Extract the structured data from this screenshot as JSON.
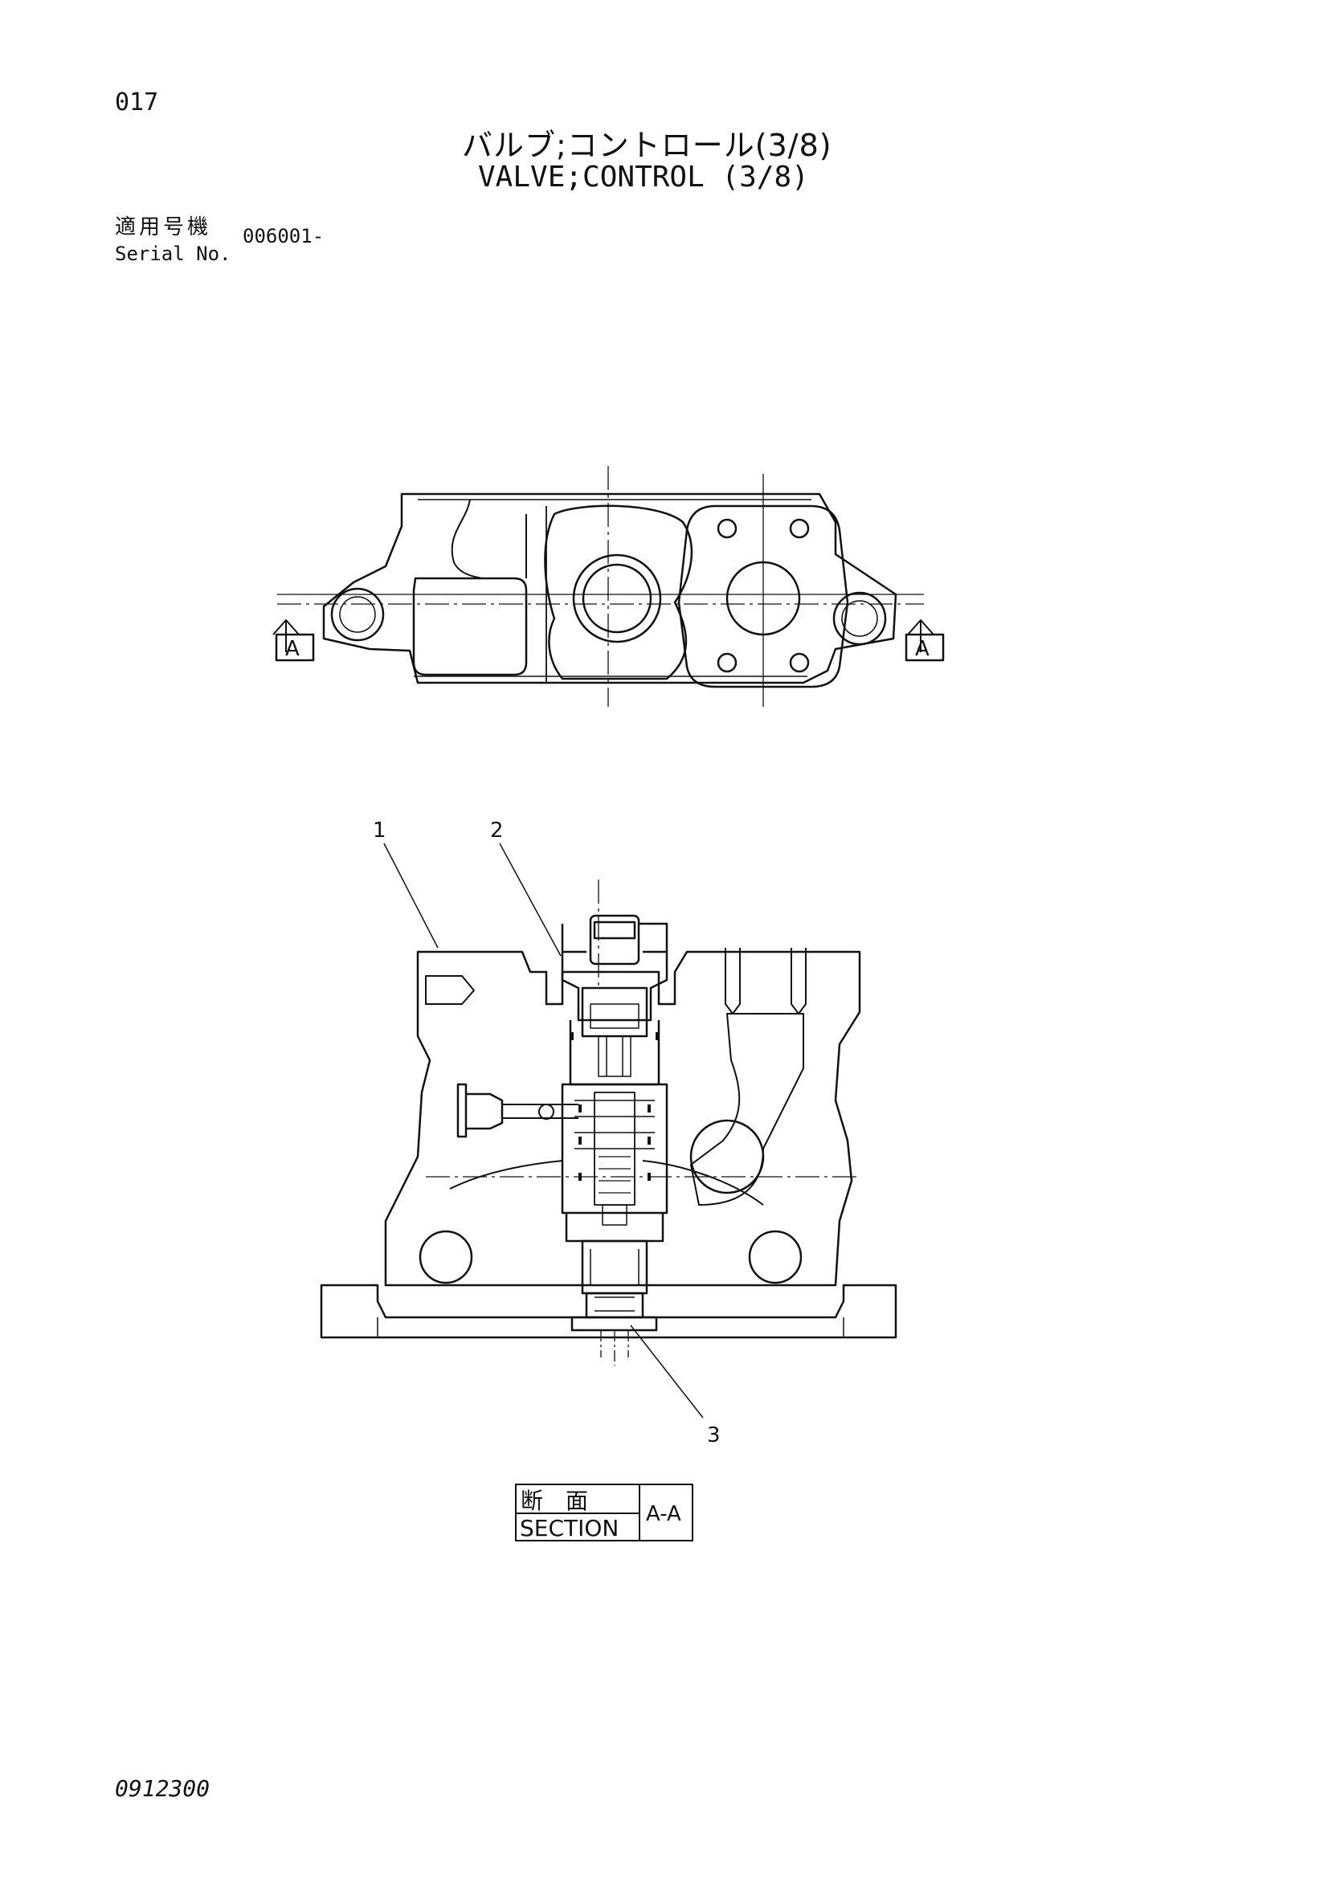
{
  "header": {
    "page_number": "017",
    "title_jp": "バルブ;コントロール(3/8)",
    "title_en": "VALVE;CONTROL (3/8)",
    "serial_label_jp": "適用号機",
    "serial_label_en": "Serial No.",
    "serial_value": "006001-"
  },
  "top_view": {
    "section_arrow_left": "A",
    "section_arrow_right": "A"
  },
  "section_view": {
    "callouts": [
      "1",
      "2",
      "3"
    ],
    "section_label_jp": "断　面",
    "section_label_en": "SECTION",
    "section_id": "A-A"
  },
  "footer": {
    "doc_code": "0912300"
  }
}
